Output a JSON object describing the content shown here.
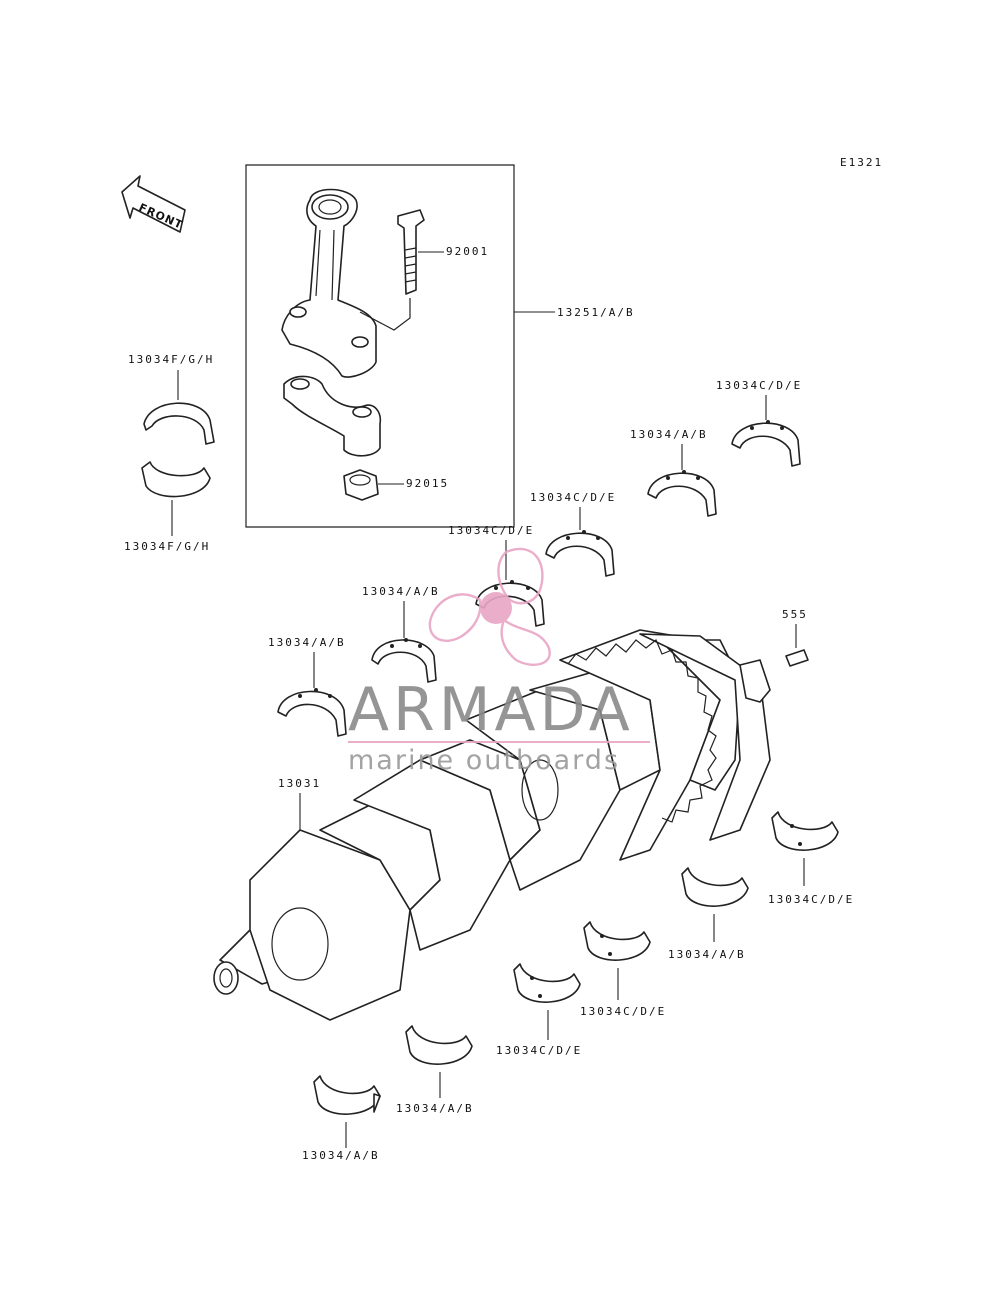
{
  "diagram": {
    "id_code": "E1321",
    "front_label": "FRONT",
    "callouts": {
      "connecting_rod_assembly": "13251/A/B",
      "rod_bolt": "92001",
      "rod_nut": "92015",
      "rod_bearing_upper": "13034F/G/H",
      "rod_bearing_lower": "13034F/G/H",
      "crankshaft": "13031",
      "pin": "555",
      "bearing_u1": "13034/A/B",
      "bearing_u2": "13034/A/B",
      "bearing_u3": "13034C/D/E",
      "bearing_u4": "13034C/D/E",
      "bearing_u5": "13034/A/B",
      "bearing_u6": "13034C/D/E",
      "bearing_l1": "13034/A/B",
      "bearing_l2": "13034/A/B",
      "bearing_l3": "13034C/D/E",
      "bearing_l4": "13034C/D/E",
      "bearing_l5": "13034/A/B",
      "bearing_l6": "13034C/D/E"
    }
  },
  "watermark": {
    "brand": "ARMADA",
    "tagline": "marine outboards",
    "accent_color": "#e8a6c6"
  }
}
